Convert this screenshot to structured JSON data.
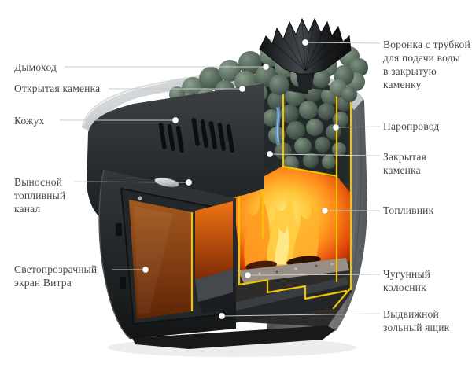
{
  "figure": {
    "title": "Cutaway diagram of a wood-burning sauna stove with labeled parts",
    "language": "ru"
  },
  "labels": {
    "left": [
      {
        "id": "dymohod",
        "text": "Дымоход"
      },
      {
        "id": "otkrytaya-kamenka",
        "text": "Открытая каменка"
      },
      {
        "id": "kozhuh",
        "text": "Кожух"
      },
      {
        "id": "vynosnoy-kanal",
        "text": "Выносной\nтопливный\nканал"
      },
      {
        "id": "ekran-vitra",
        "text": "Светопрозрачный\nэкран Витра"
      }
    ],
    "right": [
      {
        "id": "voronka",
        "text": "Воронка с трубкой\nдля подачи воды\nв закрытую\nкаменку"
      },
      {
        "id": "paroprovod",
        "text": "Паропровод"
      },
      {
        "id": "zakrytaya-kamenka",
        "text": "Закрытая\nкаменка"
      },
      {
        "id": "toplivnik",
        "text": "Топливник"
      },
      {
        "id": "kolosnik",
        "text": "Чугунный\nколосник"
      },
      {
        "id": "zolnyy-yaschik",
        "text": "Выдвижной\nзольный ящик"
      }
    ]
  },
  "colors": {
    "background": "#ffffff",
    "label_text": "#474747",
    "leader_line": "#c8c8c8",
    "cut_outline_yellow": "#f0c400",
    "stones_green": "#5f7265",
    "fire_orange": "#ff8a1b",
    "glass_amber": "#8a4a1c",
    "body_dark": "#26292c",
    "side_wall_gray": "#7d8184",
    "steel_rim": "#c4c8cb"
  }
}
